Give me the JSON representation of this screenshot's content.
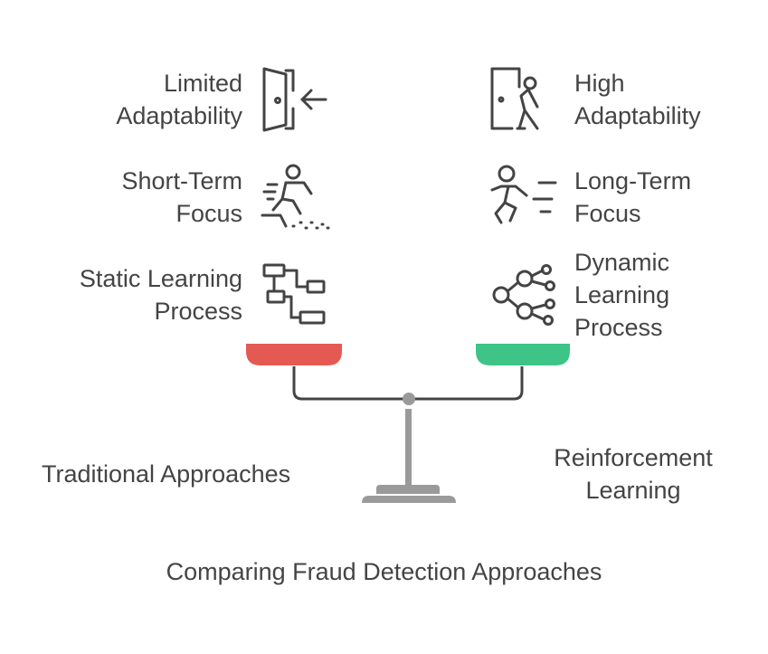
{
  "title": "Comparing Fraud Detection Approaches",
  "left": {
    "label": "Traditional Approaches",
    "pan_color": "#e45a52",
    "items": [
      {
        "lines": [
          "Limited",
          "Adaptability"
        ],
        "icon": "door-exit-icon"
      },
      {
        "lines": [
          "Short-Term",
          "Focus"
        ],
        "icon": "sprinter-icon"
      },
      {
        "lines": [
          "Static Learning",
          "Process"
        ],
        "icon": "flowchart-icon"
      }
    ]
  },
  "right": {
    "label_lines": [
      "Reinforcement",
      "Learning"
    ],
    "pan_color": "#3dc486",
    "items": [
      {
        "lines": [
          "High",
          "Adaptability"
        ],
        "icon": "door-walking-person-icon"
      },
      {
        "lines": [
          "Long-Term",
          "Focus"
        ],
        "icon": "runner-icon"
      },
      {
        "lines": [
          "Dynamic",
          "Learning",
          "Process"
        ],
        "icon": "network-branch-icon"
      }
    ]
  },
  "colors": {
    "text": "#444444",
    "icon_stroke": "#444444",
    "beam": "#444444",
    "stand": "#9a9a9a"
  }
}
